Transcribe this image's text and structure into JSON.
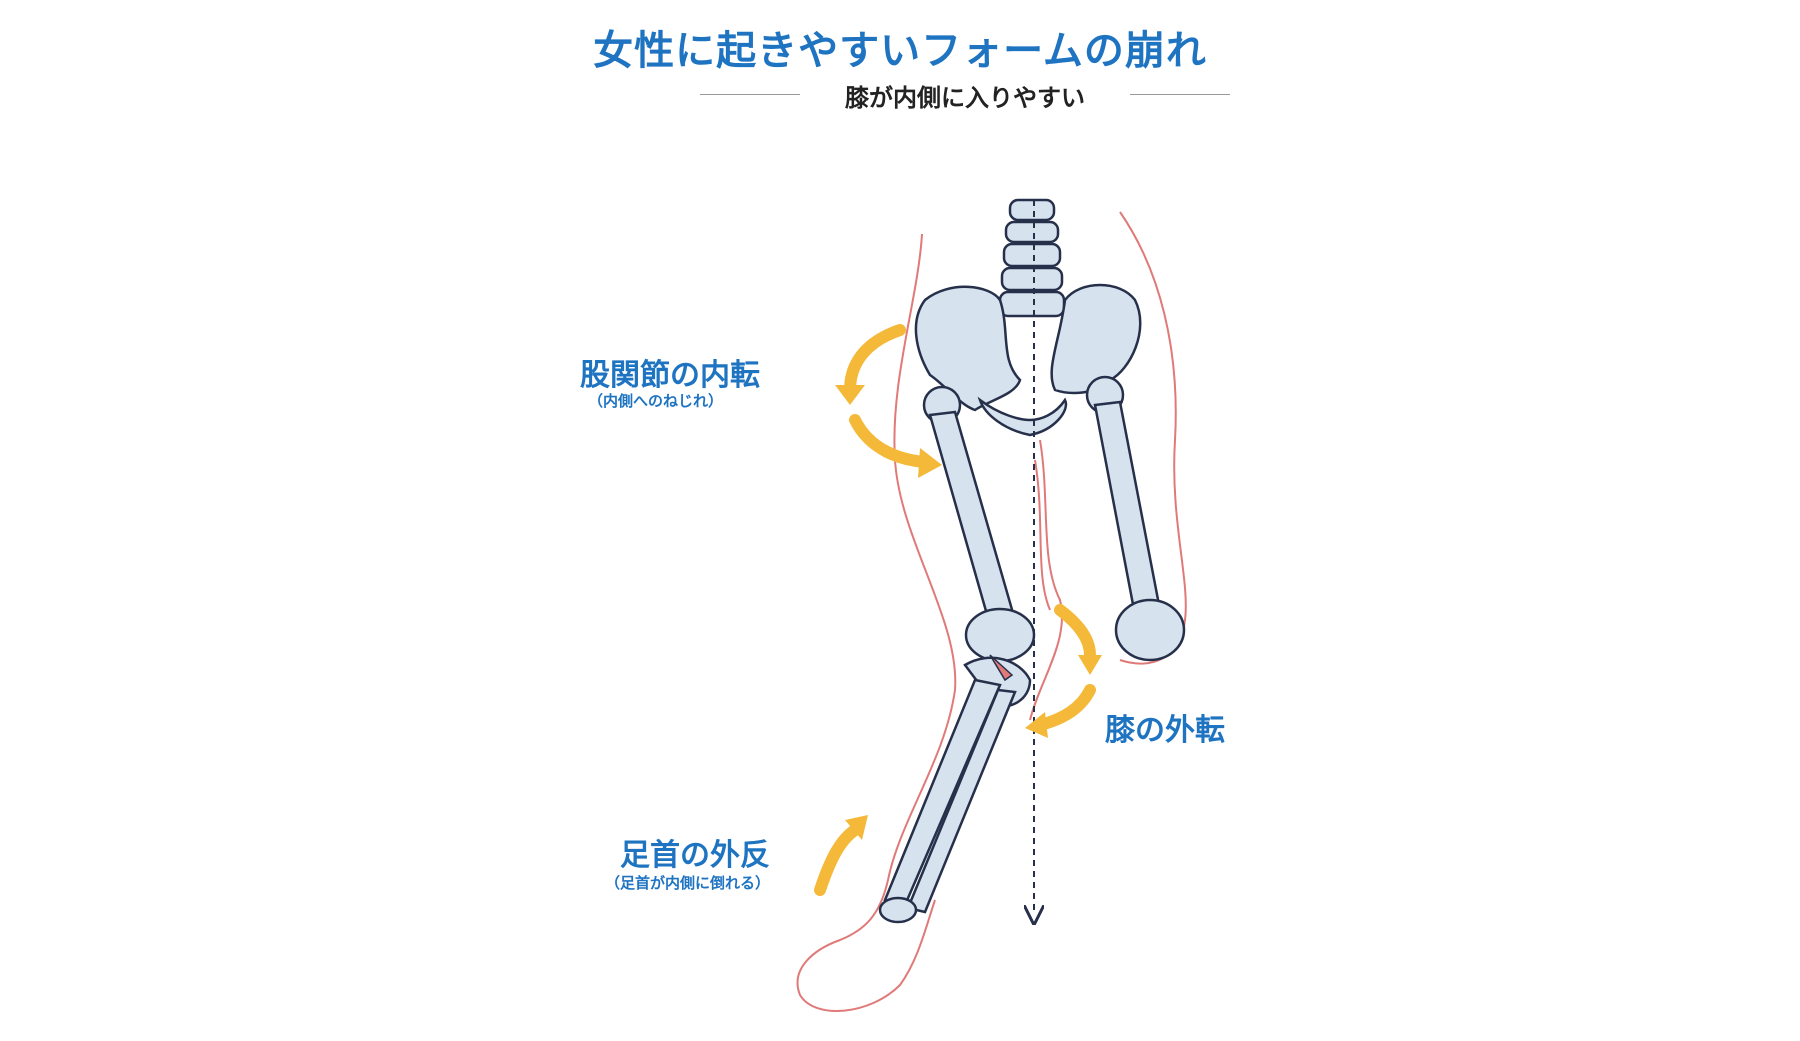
{
  "title": "女性に起きやすいフォームの崩れ",
  "subtitle": "膝が内側に入りやすい",
  "labels": {
    "hip": {
      "main": "股関節の内転",
      "sub": "（内側へのねじれ）"
    },
    "knee": {
      "main": "膝の外転"
    },
    "ankle": {
      "main": "足首の外反",
      "sub": "（足首が内側に倒れる）"
    }
  },
  "colors": {
    "accent": "#1f74c2",
    "arrow": "#f5b93a",
    "bone_fill": "#d6e2ee",
    "bone_stroke": "#26304a",
    "body_outline": "#e07a78"
  }
}
